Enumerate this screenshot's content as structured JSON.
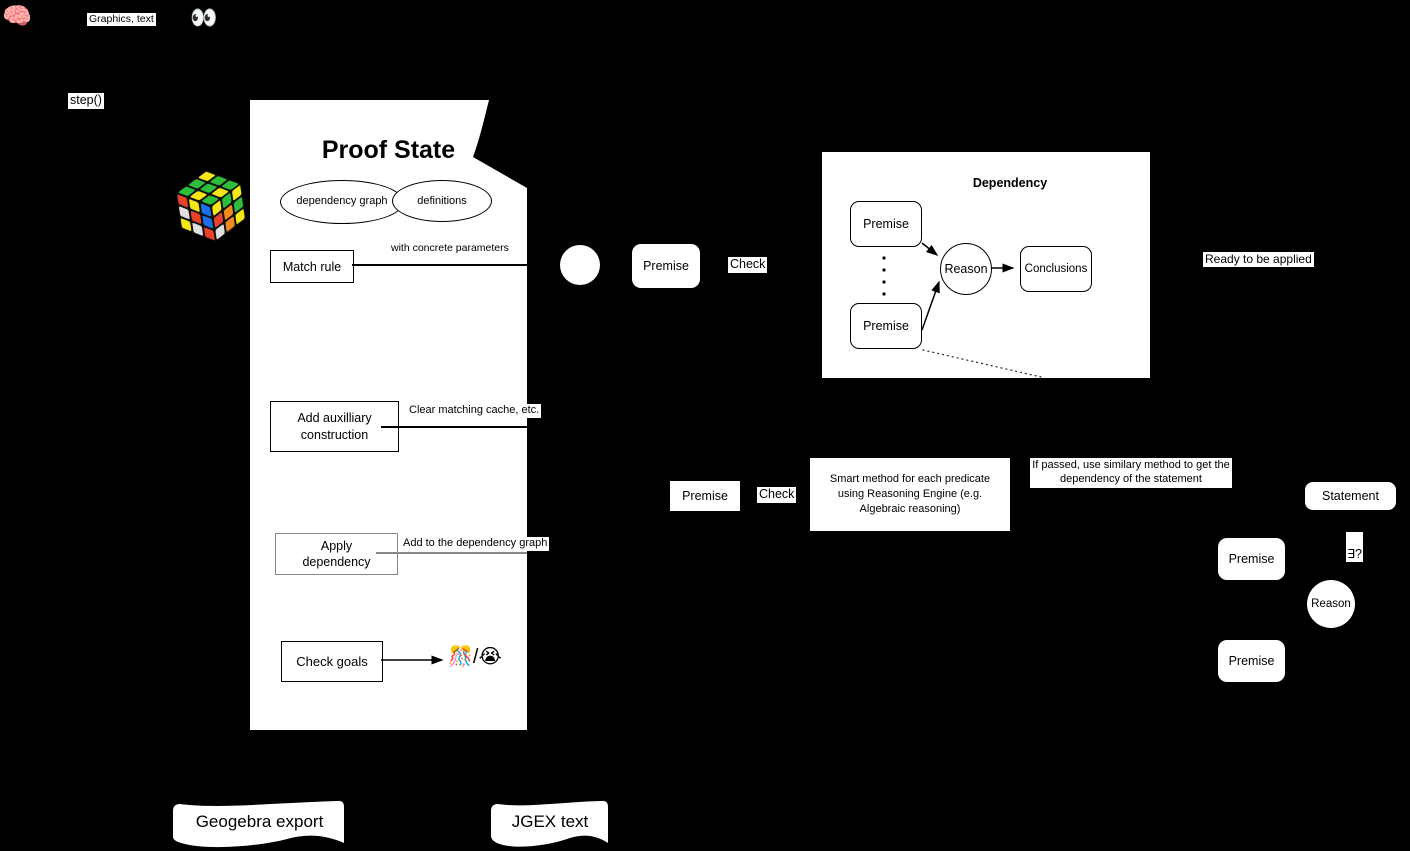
{
  "canvas": {
    "background": "#000000",
    "shape_fill": "#ffffff",
    "line_color": "#000000",
    "muted_line_color": "#888888"
  },
  "top": {
    "brain_emoji": "🧠",
    "graphics_text_label": "Graphics, text",
    "eyes_emoji": "👀",
    "step_label": "step()"
  },
  "cube": {
    "name": "rubiks-cube",
    "faces": {
      "top": [
        "#f5e617",
        "#2dbe3a",
        "#2dbe3a",
        "#2dbe3a",
        "#2dbe3a",
        "#f5e617",
        "#2dbe3a",
        "#f5e617",
        "#2dbe3a"
      ],
      "left": [
        "#e8412c",
        "#f5e617",
        "#1b6fe8",
        "#e0e0e0",
        "#e8412c",
        "#1b6fe8",
        "#f5e617",
        "#e0e0e0",
        "#e8412c"
      ],
      "right": [
        "#f5e617",
        "#2dbe3a",
        "#f5e617",
        "#e8412c",
        "#f08b1e",
        "#2dbe3a",
        "#e0e0e0",
        "#f08b1e",
        "#f5e617"
      ]
    }
  },
  "proof_state": {
    "title": "Proof State",
    "ellipses": [
      {
        "label": "dependency graph"
      },
      {
        "label": "definitions"
      }
    ],
    "steps": [
      {
        "label": "Match rule",
        "annotation": "with concrete parameters"
      },
      {
        "label": "Add auxilliary construction",
        "annotation": "Clear matching cache, etc."
      },
      {
        "label": "Apply dependency",
        "annotation": "Add to the dependency graph"
      },
      {
        "label": "Check goals",
        "annotation": "🎊/😭"
      }
    ]
  },
  "mid": {
    "premise": "Premise",
    "check": "Check"
  },
  "dependency_panel": {
    "title": "Dependency",
    "premise_top": "Premise",
    "premise_bottom": "Premise",
    "reason": "Reason",
    "conclusions": "Conclusions"
  },
  "ready_label": "Ready to be applied",
  "check_row": {
    "premise": "Premise",
    "check": "Check",
    "smart_method": "Smart method for each predicate using Reasoning Engine (e.g. Algebraic reasoning)"
  },
  "if_passed_label": "If passed, use similary method to get the dependency of the statement",
  "statement_group": {
    "statement": "Statement",
    "exists": "∃?",
    "premise_top": "Premise",
    "reason": "Reason",
    "premise_bottom": "Premise"
  },
  "documents": [
    {
      "label": "Geogebra export"
    },
    {
      "label": "JGEX text"
    }
  ]
}
